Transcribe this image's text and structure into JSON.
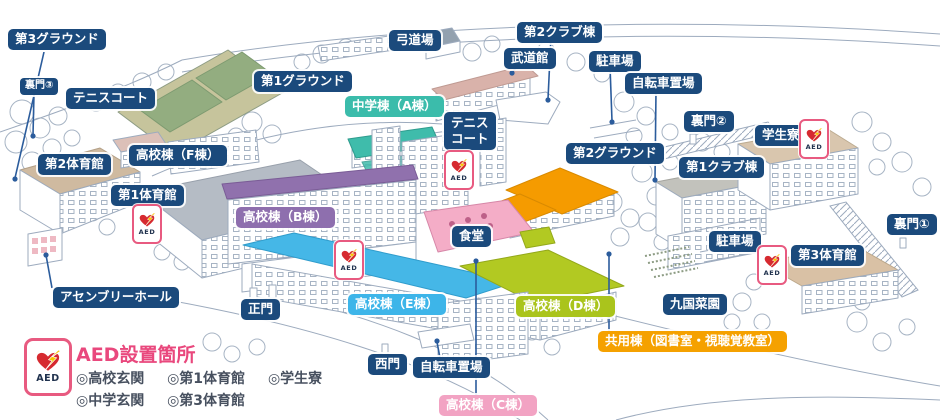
{
  "aed": {
    "icon_text": "AED"
  },
  "legend": {
    "title": "AED設置箇所",
    "items_row1": [
      "◎高校玄関",
      "◎第1体育館",
      "◎学生寮"
    ],
    "items_row2": [
      "◎中学玄関",
      "◎第3体育館"
    ]
  },
  "labels": {
    "ground3": "第3グラウンド",
    "uramon3": "裏門③",
    "tennis_nw": "テニスコート",
    "ground1": "第1グラウンド",
    "kyudojo": "弓道場",
    "chugaku_a": "中学棟（A棟）",
    "tennis_mid": "テニス\nコート",
    "budokan": "武道館",
    "club2": "第2クラブ棟",
    "parking_n": "駐車場",
    "bicycle_n": "自転車置場",
    "uramon2": "裏門②",
    "dorm": "学生寮",
    "gym2": "第2体育館",
    "koko_f": "高校棟（F棟）",
    "ground2": "第2グラウンド",
    "club1": "第1クラブ棟",
    "uramon1": "裏門①",
    "gym1": "第1体育館",
    "koko_b": "高校棟（B棟）",
    "shokudo": "食堂",
    "parking_e": "駐車場",
    "gym3": "第3体育館",
    "assembly": "アセンブリーホール",
    "seimon": "正門",
    "koko_e": "高校棟（E棟）",
    "koko_d": "高校棟（D棟）",
    "saien": "九国菜園",
    "kyoyo": "共用棟（図書室・視聴覚教室）",
    "nishimon": "西門",
    "bicycle_s": "自転車置場",
    "koko_c": "高校棟（C棟）"
  },
  "colors": {
    "label_navy": "#1b4a7c",
    "label_teal": "#3bbcab",
    "label_purple": "#8e6fae",
    "label_cyan": "#3db5e9",
    "label_green": "#aac41c",
    "label_pink": "#f2a3c3",
    "label_orange": "#f5a100",
    "connector_blue": "#2b5c9c",
    "aed_border_pink": "#e85a80",
    "aed_heart_red": "#d62a30",
    "aed_bolt_yellow": "#f8c400",
    "legend_title_pink": "#e9487d",
    "legend_text": "#47505f",
    "lineart_stroke": "#9dabbe",
    "roof_tan": "#cfbaa0",
    "roof_gray": "#b5bcc5",
    "roof_mauve": "#d9b2aa",
    "roof_blue": "#45b7e7",
    "roof_green": "#b2c922",
    "roof_teal": "#3fbcab",
    "roof_purple": "#9071ad",
    "roof_orange": "#f59b00",
    "court_olive": "#c6c49c"
  }
}
